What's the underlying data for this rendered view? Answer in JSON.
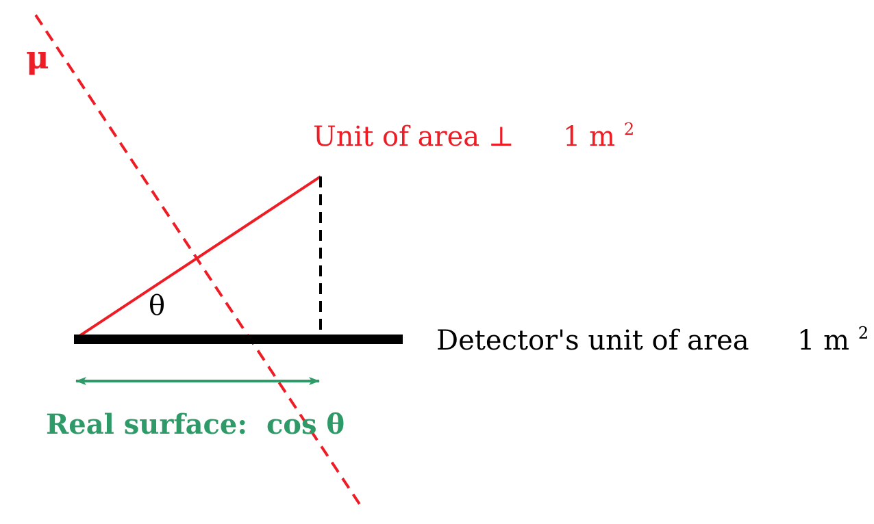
{
  "colors": {
    "muon": "#ee1c25",
    "detector": "#000000",
    "surface": "#2e9a68"
  },
  "labels": {
    "muon": "μ",
    "unit_area": "Unit of area ⊥",
    "unit_area_value": "1 m",
    "unit_area_exp": "2",
    "detector_area": "Detector's unit of area",
    "detector_area_value": "1 m",
    "detector_area_exp": "2",
    "angle": "θ",
    "real_surface": "Real surface:  cos θ"
  }
}
